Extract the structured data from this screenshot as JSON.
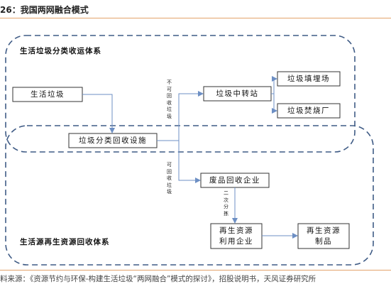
{
  "title": "26：我国两网融合模式",
  "source": "料来源：《资源节约与环保-构建生活垃圾“两网融合”模式的探讨》，招股说明书，天风证券研究所",
  "regions": {
    "top": "生活垃圾分类收运体系",
    "bottom": "生活源再生资源回收体系"
  },
  "nodes": {
    "domestic_waste": "生活垃圾",
    "sorting_facility": "垃圾分类回收设施",
    "transfer_station": "垃圾中转站",
    "landfill": "垃圾填埋场",
    "incineration": "垃圾焚烧厂",
    "waste_recycling": "废品回收企业",
    "reuse_enterprise_line1": "再生资源",
    "reuse_enterprise_line2": "利用企业",
    "products_line1": "再生资源",
    "products_line2": "制品"
  },
  "edge_labels": {
    "non_recyclable": "不可回收垃圾",
    "recyclable": "可回收垃圾",
    "secondary_sorting": "二次分拣"
  },
  "colors": {
    "region_border": "#3f5b85",
    "arrow": "#6d8fc4",
    "accent_rule": "#e3a36b"
  }
}
